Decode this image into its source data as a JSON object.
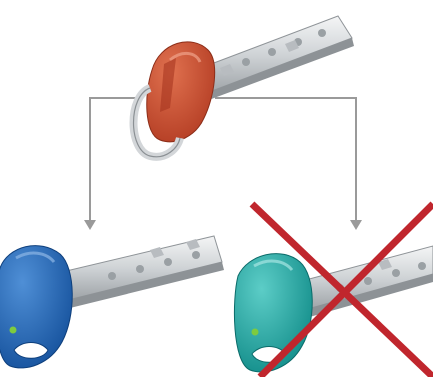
{
  "diagram": {
    "source_key": {
      "name": "original-key",
      "head_color": "#c2462a",
      "head_highlight": "#e0714f"
    },
    "copies": [
      {
        "name": "blue-key-copy",
        "head_color": "#1d62b5",
        "head_highlight": "#4f8fd6",
        "status": "allowed"
      },
      {
        "name": "teal-key-copy",
        "head_color": "#16a3a0",
        "head_highlight": "#5ccdc7",
        "status": "rejected"
      }
    ],
    "connector_color": "#9a9a9a",
    "reject_mark_color": "#c0262d",
    "blade_color": "#d9dcdf",
    "led_color": "#7ecb3f"
  }
}
